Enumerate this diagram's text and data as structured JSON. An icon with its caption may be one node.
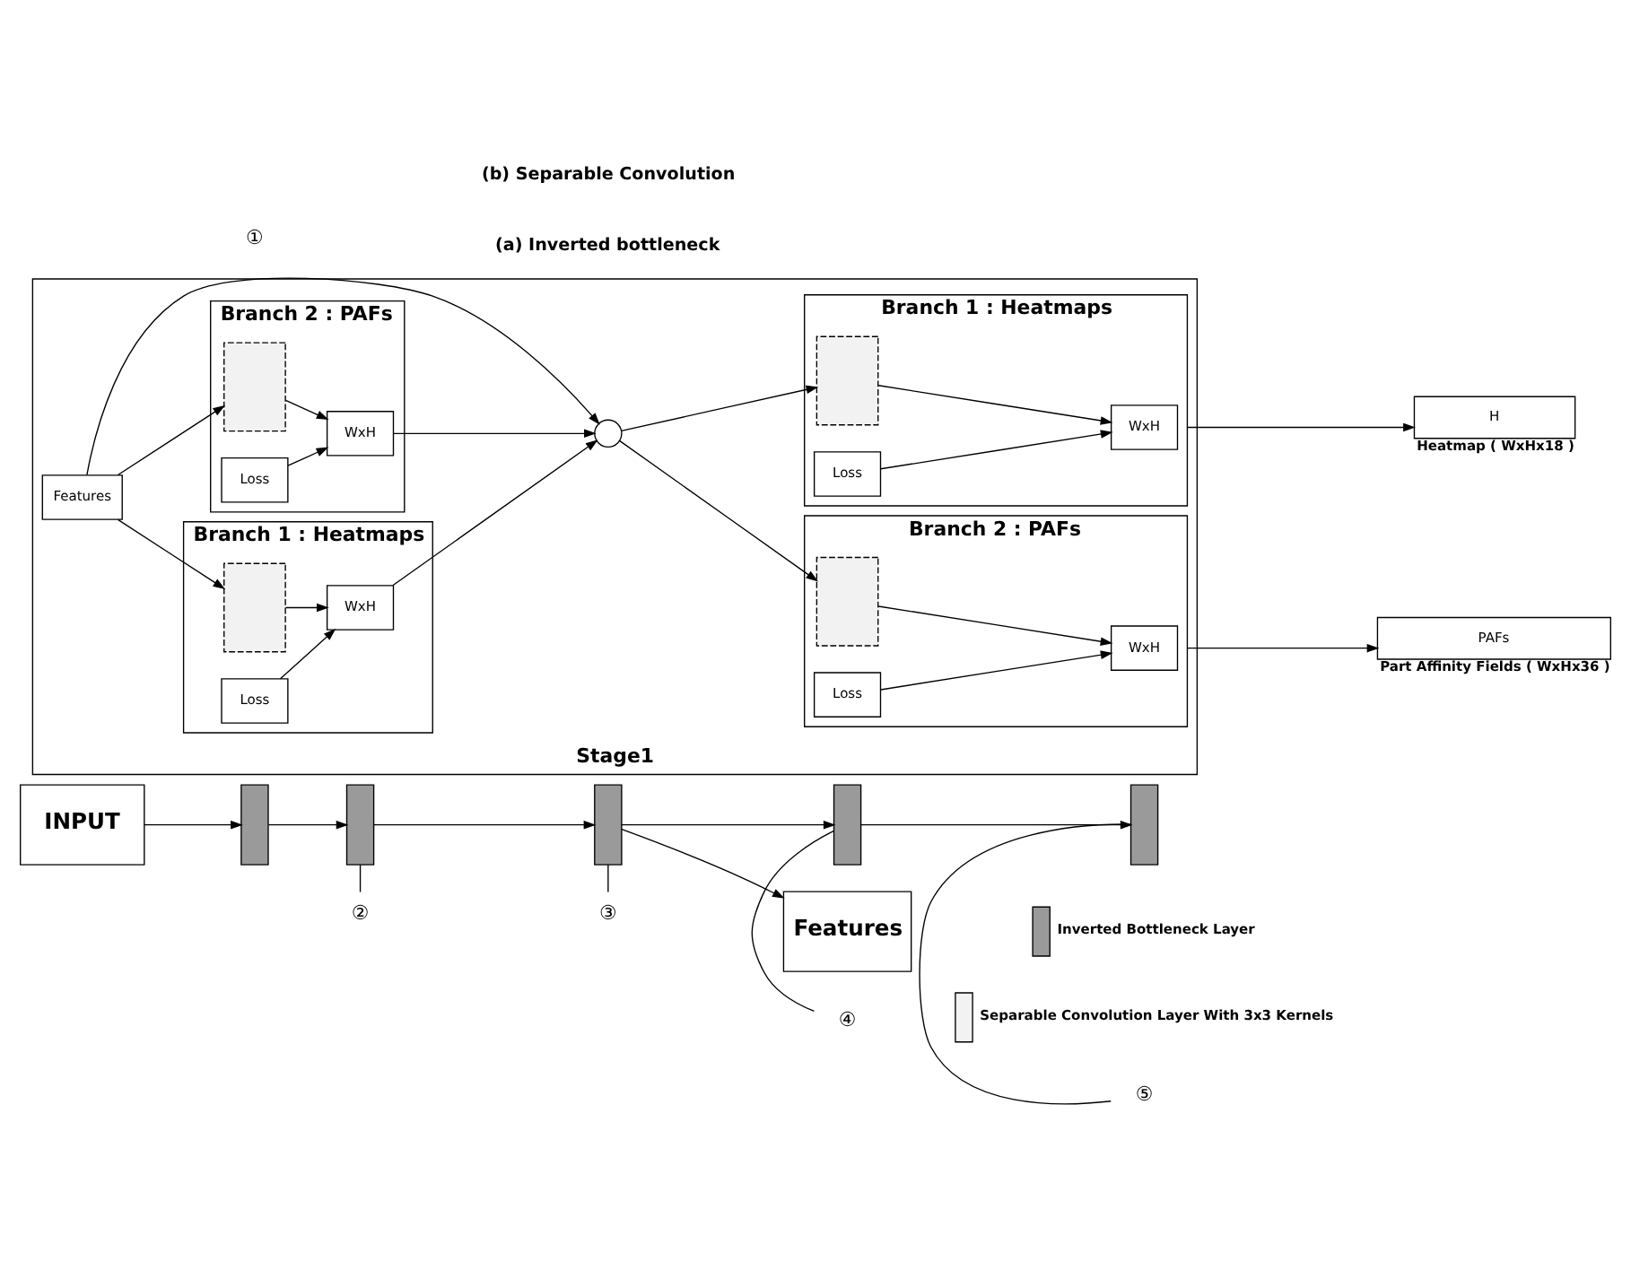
{
  "diagram": {
    "nodes": [
      {
        "text": [
          "INPUT"
        ]
      },
      {
        "text": [],
        "shape": "bar"
      },
      {
        "text": [],
        "shape": "bar"
      },
      {
        "text": [],
        "shape": "bar"
      },
      {
        "text": [],
        "shape": "bar"
      },
      {
        "text": [],
        "shape": "bar"
      },
      {
        "text": [
          "Features"
        ]
      },
      {
        "text": [
          "②"
        ]
      },
      {
        "text": [
          "③"
        ]
      },
      {
        "text": [
          "④"
        ]
      },
      {
        "text": [
          "⑤"
        ]
      },
      {
        "text": [
          "Stage1"
        ]
      },
      {
        "text": [
          "Features"
        ],
        "in": 11
      },
      {
        "text": [
          "Branch 1 : Heatmaps"
        ],
        "in": 11
      },
      {
        "text": [],
        "shape": "bar",
        "in": 13
      },
      {
        "text": [
          "WxH"
        ],
        "in": 13
      },
      {
        "text": [
          "Loss"
        ],
        "in": 13
      },
      {
        "text": [
          "Branch 2 : PAFs"
        ],
        "in": 11
      },
      {
        "text": [],
        "shape": "bar",
        "in": 17
      },
      {
        "text": [
          "WxH"
        ],
        "in": 17
      },
      {
        "text": [
          "Loss"
        ],
        "in": 17
      },
      {
        "text": [],
        "shape": "circle",
        "in": 11
      },
      {
        "text": [
          "Branch 1 : Heatmaps"
        ],
        "in": 11
      },
      {
        "text": [],
        "shape": "bar",
        "in": 22
      },
      {
        "text": [
          "WxH"
        ],
        "in": 22
      },
      {
        "text": [
          "Loss"
        ],
        "in": 22
      },
      {
        "text": [
          "Branch 2 : PAFs"
        ],
        "in": 11
      },
      {
        "text": [],
        "shape": "bar",
        "in": 26
      },
      {
        "text": [
          "WxH"
        ],
        "in": 26
      },
      {
        "text": [
          "Loss"
        ],
        "in": 26
      },
      {
        "text": [
          "H"
        ],
        "beside": [
          "Heatmap ( WxHx18 )"
        ]
      },
      {
        "text": [
          "PAFs"
        ],
        "beside": [
          "Part Affinity Fields ( WxHx36 )"
        ]
      }
    ],
    "edges": [
      {
        "from": 0,
        "to": 1,
        "arrow": "to"
      },
      {
        "from": 1,
        "to": 2,
        "arrow": "to"
      },
      {
        "from": 2,
        "to": 3,
        "arrow": "to"
      },
      {
        "from": 3,
        "to": 4,
        "arrow": "to"
      },
      {
        "from": 4,
        "to": 5,
        "arrow": "to"
      },
      {
        "from": 3,
        "to": 6,
        "arrow": "to"
      },
      {
        "from": 7,
        "to": 2,
        "arrow": "none"
      },
      {
        "from": 8,
        "to": 3,
        "arrow": "none"
      },
      {
        "from": 9,
        "to": 4,
        "arrow": "none"
      },
      {
        "from": 10,
        "to": 5,
        "arrow": "none"
      },
      {
        "from": 12,
        "to": 14,
        "arrow": "to"
      },
      {
        "from": 12,
        "to": 18,
        "arrow": "to"
      },
      {
        "from": 12,
        "to": 21,
        "arrow": "to"
      },
      {
        "from": 14,
        "to": 15,
        "arrow": "to"
      },
      {
        "from": 16,
        "to": 15,
        "arrow": "to"
      },
      {
        "from": 18,
        "to": 19,
        "arrow": "to"
      },
      {
        "from": 20,
        "to": 19,
        "arrow": "to"
      },
      {
        "from": 15,
        "to": 21,
        "arrow": "to"
      },
      {
        "from": 19,
        "to": 21,
        "arrow": "to"
      },
      {
        "from": 21,
        "to": 23,
        "arrow": "to"
      },
      {
        "from": 21,
        "to": 27,
        "arrow": "to"
      },
      {
        "from": 23,
        "to": 24,
        "arrow": "to"
      },
      {
        "from": 25,
        "to": 24,
        "arrow": "to"
      },
      {
        "from": 27,
        "to": 28,
        "arrow": "to"
      },
      {
        "from": 29,
        "to": 28,
        "arrow": "to"
      },
      {
        "from": 22,
        "to": 30,
        "arrow": "to"
      },
      {
        "from": 26,
        "to": 31,
        "arrow": "to"
      }
    ],
    "labels": [
      "①",
      "(a) Inverted bottleneck",
      "(b) Separable Convolution"
    ],
    "legend": [
      {
        "text": "Inverted Bottleneck Layer"
      },
      {
        "text": "Separable Convolution Layer With 3x3 Kernels"
      }
    ]
  }
}
